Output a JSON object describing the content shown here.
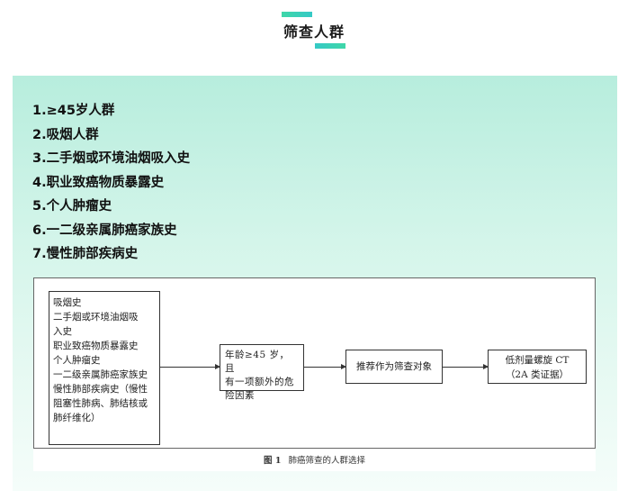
{
  "header": {
    "title": "筛查人群"
  },
  "criteria": [
    "1.≥45岁人群",
    "2.吸烟人群",
    "3.二手烟或环境油烟吸入史",
    "4.职业致癌物质暴露史",
    "5.个人肿瘤史",
    "6.一二级亲属肺癌家族史",
    "7.慢性肺部疾病史"
  ],
  "figure": {
    "risk_factors": [
      "吸烟史",
      "二手烟或环境油烟吸",
      "入史",
      "职业致癌物质暴露史",
      "个人肿瘤史",
      "一二级亲属肺癌家族史",
      "慢性肺部疾病史（慢性",
      "阻塞性肺病、肺结核或",
      "肺纤维化）"
    ],
    "condition": [
      "年龄≥45 岁，且",
      "有一项额外的危",
      "险因素"
    ],
    "recommendation": "推荐作为筛查对象",
    "method": [
      "低剂量螺旋 CT",
      "（2A 类证据）"
    ],
    "caption_label": "图 1",
    "caption_text": "肺癌筛查的人群选择"
  }
}
